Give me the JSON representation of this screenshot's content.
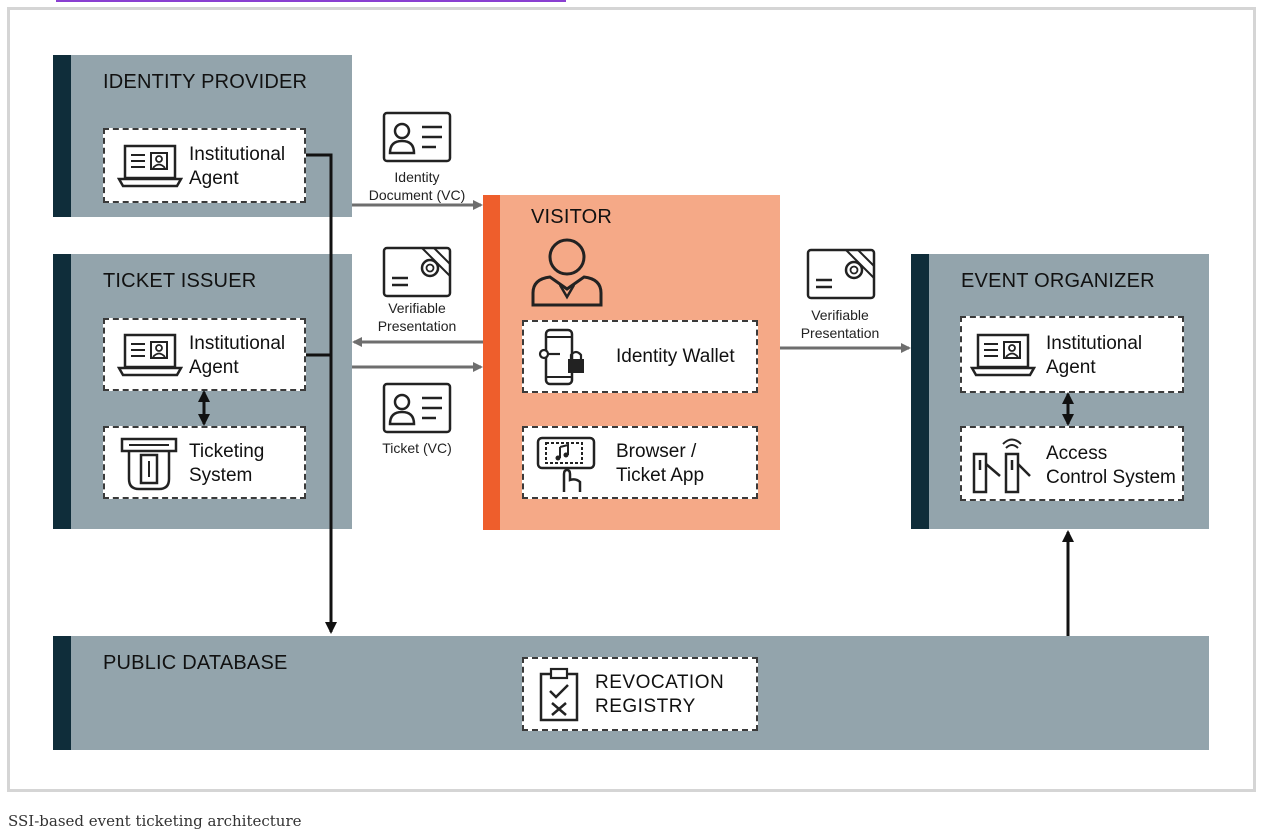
{
  "diagram": {
    "identity_provider": {
      "title": "IDENTITY PROVIDER",
      "agent_line1": "Institutional",
      "agent_line2": "Agent"
    },
    "ticket_issuer": {
      "title": "TICKET ISSUER",
      "agent_line1": "Institutional",
      "agent_line2": "Agent",
      "system_line1": "Ticketing",
      "system_line2": "System"
    },
    "visitor": {
      "title": "VISITOR",
      "wallet": "Identity Wallet",
      "browser_line1": "Browser /",
      "browser_line2": "Ticket App"
    },
    "event_organizer": {
      "title": "EVENT ORGANIZER",
      "agent_line1": "Institutional",
      "agent_line2": "Agent",
      "access_line1": "Access",
      "access_line2": "Control System"
    },
    "public_database": {
      "title": "PUBLIC DATABASE",
      "registry_line1": "REVOCATION",
      "registry_line2": "REGISTRY"
    },
    "flows": {
      "identity_doc_line1": "Identity",
      "identity_doc_line2": "Document (VC)",
      "vp_left_line1": "Verifiable",
      "vp_left_line2": "Presentation",
      "ticket": "Ticket (VC)",
      "vp_right_line1": "Verifiable",
      "vp_right_line2": "Presentation"
    }
  },
  "caption": "SSI-based event ticketing architecture",
  "colors": {
    "panel": "#93a4ac",
    "panel_accent": "#0f2d3a",
    "visitor": "#f5a987",
    "visitor_accent": "#ee5e2c",
    "arrow": "#6e6e6e"
  },
  "icons": [
    "laptop-icon",
    "id-card-icon",
    "certificate-icon",
    "user-icon",
    "phone-lock-icon",
    "phone-ticket-icon",
    "ticket-machine-icon",
    "turnstile-icon",
    "clipboard-icon"
  ]
}
